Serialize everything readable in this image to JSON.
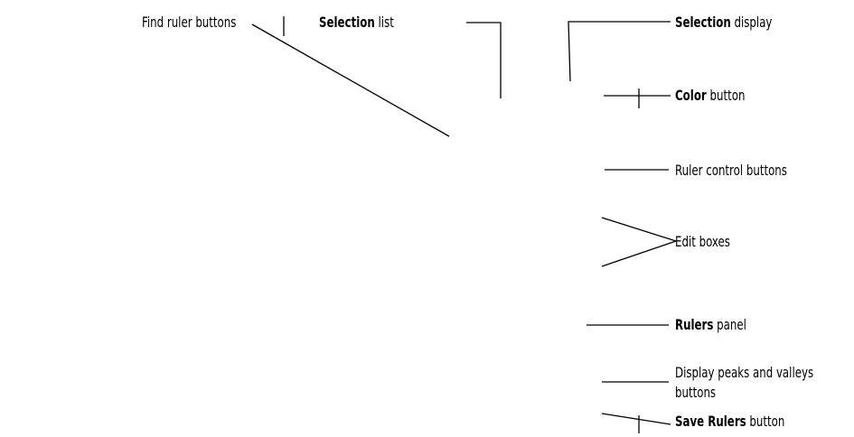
{
  "callouts": {
    "find_ruler": {
      "label": "Find ruler buttons"
    },
    "selection_list": {
      "bold": "Selection",
      "rest": " list"
    },
    "selection_display": {
      "bold": "Selection",
      "rest": " display"
    },
    "color_button": {
      "bold": "Color",
      "rest": " button"
    },
    "ruler_control": {
      "label": "Ruler control buttons"
    },
    "edit_boxes": {
      "label": "Edit boxes"
    },
    "rulers_panel": {
      "bold": "Rulers",
      "rest": " panel"
    },
    "peaks_valleys": {
      "line1": "Display peaks and valleys",
      "line2": "buttons"
    },
    "save_rulers": {
      "bold": "Save Rulers",
      "rest": " button"
    }
  }
}
